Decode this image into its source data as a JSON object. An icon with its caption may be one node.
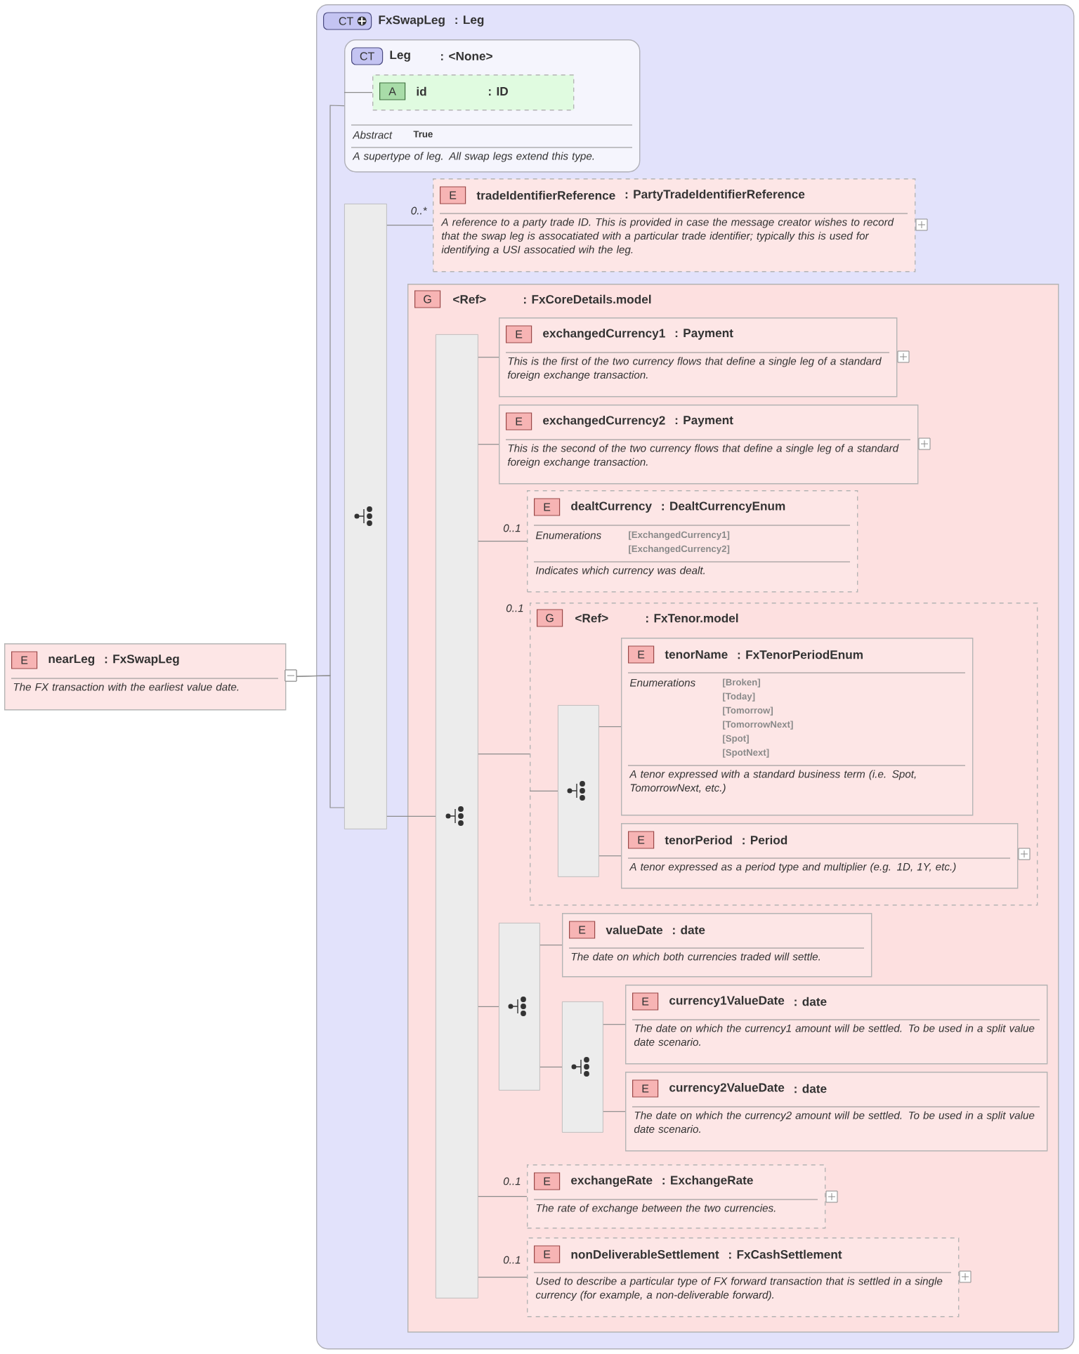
{
  "diagram": {
    "nodes": [
      {
        "text": [
          "E",
          "nearLeg",
          ": FxSwapLeg",
          "The FX transaction with the earliest value date."
        ]
      },
      {
        "text": [
          "CT",
          "FxSwapLeg",
          ": Leg"
        ]
      },
      {
        "text": [
          "CT",
          "Leg",
          ": <None>",
          "Abstract",
          "True",
          "A supertype of leg. All swap legs extend this type."
        ],
        "in": 1
      },
      {
        "text": [
          "A",
          "id",
          ": ID"
        ],
        "in": 2
      },
      {
        "text": [],
        "shape": "bar",
        "in": 1
      },
      {
        "text": [
          "E",
          "tradeIdentifierReference",
          ": PartyTradeIdentifierReference",
          "A reference to a party trade ID. This is provided in case the message creator wishes to record that the swap leg is assocatiated with a particular trade identifier; typically this is used for identifying a USI assocatied wih the leg."
        ],
        "beside": [
          "0..*"
        ],
        "in": 1
      },
      {
        "text": [
          "G",
          "<Ref>",
          ": FxCoreDetails.model"
        ],
        "in": 1
      },
      {
        "text": [],
        "shape": "bar",
        "in": 6
      },
      {
        "text": [
          "E",
          "exchangedCurrency1",
          ": Payment",
          "This is the first of the two currency flows that define a single leg of a standard foreign exchange transaction."
        ],
        "in": 6
      },
      {
        "text": [
          "E",
          "exchangedCurrency2",
          ": Payment",
          "This is the second of the two currency flows that define a single leg of a standard foreign exchange transaction."
        ],
        "in": 6
      },
      {
        "text": [
          "E",
          "dealtCurrency",
          ": DealtCurrencyEnum",
          "Enumerations",
          "[ExchangedCurrency1]",
          "[ExchangedCurrency2]",
          "Indicates which currency was dealt."
        ],
        "beside": [
          "0..1"
        ],
        "in": 6
      },
      {
        "text": [
          "G",
          "<Ref>",
          ": FxTenor.model"
        ],
        "beside": [
          "0..1"
        ],
        "in": 6
      },
      {
        "text": [],
        "shape": "bar",
        "in": 11
      },
      {
        "text": [
          "E",
          "tenorName",
          ": FxTenorPeriodEnum",
          "Enumerations",
          "[Broken]",
          "[Today]",
          "[Tomorrow]",
          "[TomorrowNext]",
          "[Spot]",
          "[SpotNext]",
          "A tenor expressed with a standard business term (i.e. Spot, TomorrowNext, etc.)"
        ],
        "in": 11
      },
      {
        "text": [
          "E",
          "tenorPeriod",
          ": Period",
          "A tenor expressed as a period type and multiplier (e.g. 1D, 1Y, etc.)"
        ],
        "in": 11
      },
      {
        "text": [],
        "shape": "bar",
        "in": 6
      },
      {
        "text": [
          "E",
          "valueDate",
          ": date",
          "The date on which both currencies traded will settle."
        ],
        "in": 6
      },
      {
        "text": [],
        "shape": "bar",
        "in": 6
      },
      {
        "text": [
          "E",
          "currency1ValueDate",
          ": date",
          "The date on which the currency1 amount will be settled. To be used in a split value date scenario."
        ],
        "in": 6
      },
      {
        "text": [
          "E",
          "currency2ValueDate",
          ": date",
          "The date on which the currency2 amount will be settled. To be used in a split value date scenario."
        ],
        "in": 6
      },
      {
        "text": [
          "E",
          "exchangeRate",
          ": ExchangeRate",
          "The rate of exchange between the two currencies."
        ],
        "beside": [
          "0..1"
        ],
        "in": 6
      },
      {
        "text": [
          "E",
          "nonDeliverableSettlement",
          ": FxCashSettlement",
          "Used to describe a particular type of FX forward transaction that is settled in a single currency (for example, a non-deliverable forward)."
        ],
        "beside": [
          "0..1"
        ],
        "in": 6
      }
    ],
    "edges": [
      {
        "from": 0,
        "to": 2,
        "arrow": "other"
      },
      {
        "from": 0,
        "to": 4,
        "arrow": "other"
      },
      {
        "from": 2,
        "to": 3,
        "arrow": "none"
      },
      {
        "from": 4,
        "to": 5,
        "arrow": "none"
      },
      {
        "from": 4,
        "to": 7,
        "arrow": "none"
      },
      {
        "from": 7,
        "to": 8,
        "arrow": "none"
      },
      {
        "from": 7,
        "to": 9,
        "arrow": "none"
      },
      {
        "from": 7,
        "to": 10,
        "arrow": "none"
      },
      {
        "from": 7,
        "to": 11,
        "arrow": "none"
      },
      {
        "from": 11,
        "to": 12,
        "arrow": "none"
      },
      {
        "from": 12,
        "to": 13,
        "arrow": "none"
      },
      {
        "from": 12,
        "to": 14,
        "arrow": "none"
      },
      {
        "from": 7,
        "to": 15,
        "arrow": "none"
      },
      {
        "from": 15,
        "to": 16,
        "arrow": "none"
      },
      {
        "from": 15,
        "to": 17,
        "arrow": "none"
      },
      {
        "from": 17,
        "to": 18,
        "arrow": "none"
      },
      {
        "from": 17,
        "to": 19,
        "arrow": "none"
      },
      {
        "from": 7,
        "to": 20,
        "arrow": "none"
      },
      {
        "from": 7,
        "to": 21,
        "arrow": "none"
      }
    ]
  }
}
